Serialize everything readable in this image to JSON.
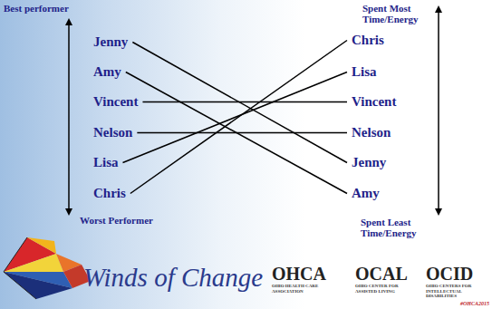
{
  "diagram": {
    "nodes": [
      {
        "text": [
          "Jenny"
        ]
      },
      {
        "text": [
          "Amy"
        ]
      },
      {
        "text": [
          "Vincent"
        ]
      },
      {
        "text": [
          "Nelson"
        ]
      },
      {
        "text": [
          "Lisa"
        ]
      },
      {
        "text": [
          "Chris"
        ]
      },
      {
        "text": [
          "Chris"
        ]
      },
      {
        "text": [
          "Lisa"
        ]
      },
      {
        "text": [
          "Vincent"
        ]
      },
      {
        "text": [
          "Nelson"
        ]
      },
      {
        "text": [
          "Jenny"
        ]
      },
      {
        "text": [
          "Amy"
        ]
      }
    ],
    "edges": [
      {
        "from": 0,
        "to": 10,
        "arrow": "none"
      },
      {
        "from": 1,
        "to": 11,
        "arrow": "none"
      },
      {
        "from": 2,
        "to": 8,
        "arrow": "none"
      },
      {
        "from": 3,
        "to": 9,
        "arrow": "none"
      },
      {
        "from": 4,
        "to": 7,
        "arrow": "none"
      },
      {
        "from": 5,
        "to": 6,
        "arrow": "none"
      }
    ],
    "labels": [
      "Best performer",
      "Spent Most Time/Energy",
      "Worst Performer",
      "Spent Least Time/Energy",
      "Winds of Change",
      "OHCA",
      "OCAL",
      "OCID",
      "OHIO HEALTH CARE ASSOCIATION",
      "OHIO CENTER FOR ASSISTED LIVING",
      "OHIO CENTERS FOR INTELLECTUAL DISABILITIES",
      "#OHCA2015"
    ]
  }
}
